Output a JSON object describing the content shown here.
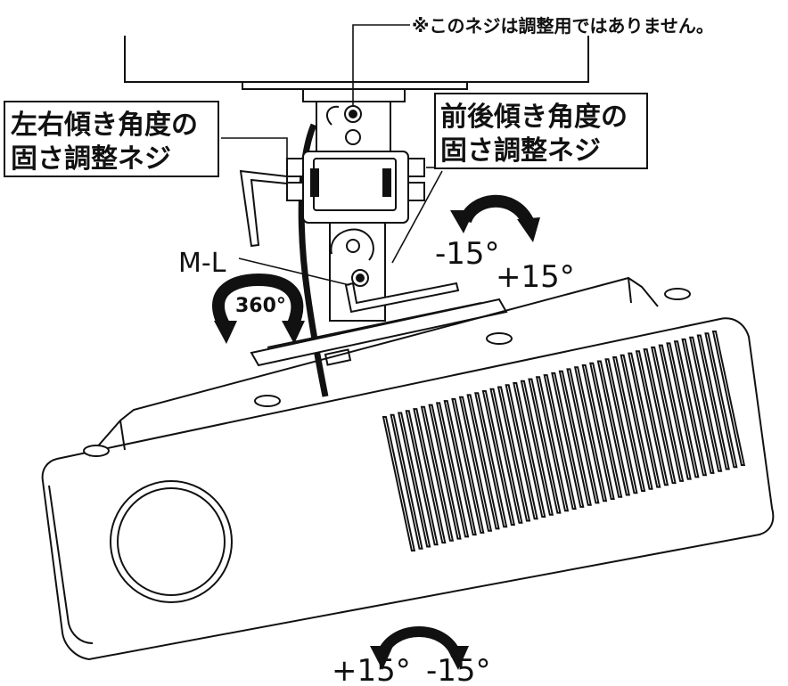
{
  "note": "※このネジは調整用ではありません。",
  "labels": {
    "left_screw": [
      "左右傾き角度の",
      "固さ調整ネジ"
    ],
    "right_screw": [
      "前後傾き角度の",
      "固さ調整ネジ"
    ],
    "wrench": "M-L",
    "rotation": "360°"
  },
  "angles": {
    "tilt_minus": "-15°",
    "tilt_plus": "+15°",
    "roll_plus": "+15°",
    "roll_minus": "-15°"
  },
  "colors": {
    "line": "#111111",
    "fill": "#ffffff",
    "arrow": "#111111"
  }
}
